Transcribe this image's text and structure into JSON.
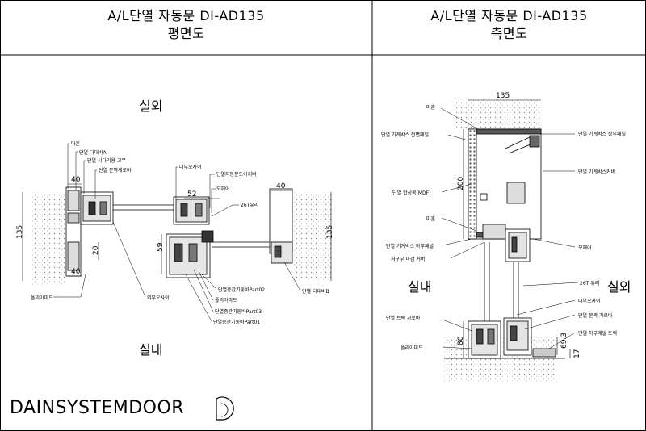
{
  "left_panel": {
    "title": "A/L단열 자동문 DI-AD135",
    "subtitle": "평면도",
    "outside_label": "실외",
    "inside_label": "실내",
    "dimensions": [
      "40",
      "135",
      "20",
      "40",
      "52",
      "59",
      "135",
      "40"
    ],
    "callouts": [
      "마혼",
      "단열 다대바A",
      "단열 샤다리용 고무",
      "단열 문짝세로바",
      "내부오사이",
      "단열자동문도어커버",
      "모헤어",
      "26T유리",
      "폴리아미드",
      "외부오사이",
      "단열중간기둥바Part02",
      "폴리아미드",
      "단열중간기둥바Part03",
      "단열중간기둥바Part01",
      "단열 다대바B"
    ]
  },
  "right_panel": {
    "title": "A/L단열 자동문 DI-AD135",
    "subtitle": "측면도",
    "outside_label": "실외",
    "inside_label": "실내",
    "dimensions": [
      "135",
      "200",
      "80",
      "69.3",
      "17"
    ],
    "callouts_left": [
      "마혼",
      "단열 기계박스 전면패널",
      "단열 합성목(MDF)",
      "마혼",
      "단열 기계박스 하부패널",
      "처구부 마감 커버",
      "단열 트랙 가로바",
      "폴리아미드"
    ],
    "callouts_right": [
      "단열 기계박스 상부패널",
      "단열 기계박스커버",
      "모헤어",
      "26T 유리",
      "내부오사이",
      "단열 문짝 가로바",
      "단열 하부레일 트랙"
    ]
  },
  "brand": "DAINSYSTEMDOOR"
}
